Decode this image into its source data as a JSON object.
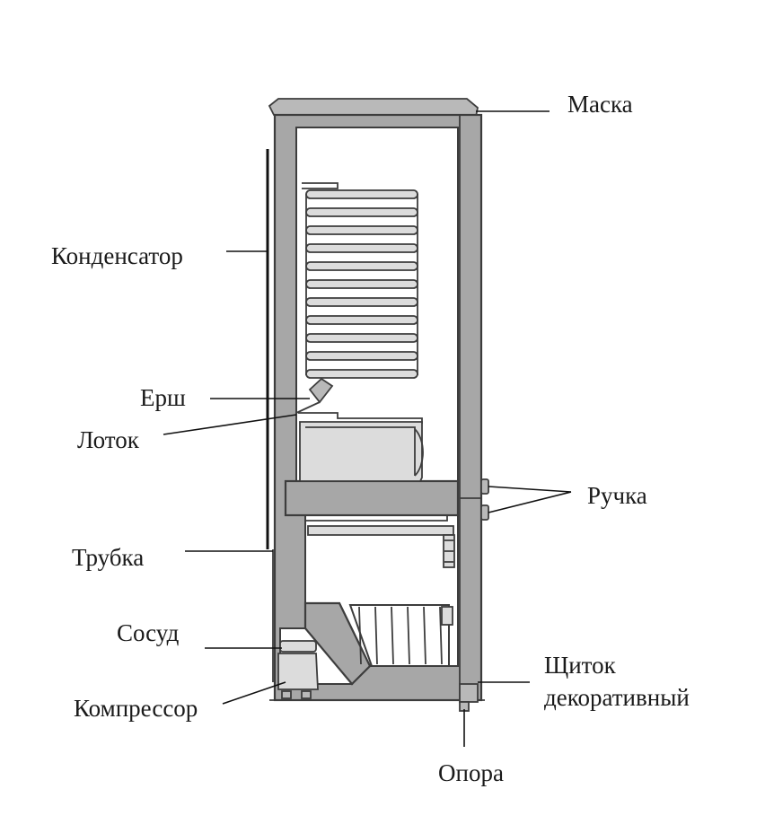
{
  "labels": {
    "maska": "Маска",
    "kondensator": "Конденсатор",
    "ersh": "Ерш",
    "lotok": "Лоток",
    "ruchka": "Ручка",
    "trubka": "Трубка",
    "sosud": "Сосуд",
    "kompressor": "Компрессор",
    "shchitok_line1": "Щиток",
    "shchitok_line2": "декоративный",
    "opora": "Опора"
  },
  "colors": {
    "wall": "#a7a7a7",
    "outline": "#3d3d3d",
    "text": "#1a1a1a"
  }
}
